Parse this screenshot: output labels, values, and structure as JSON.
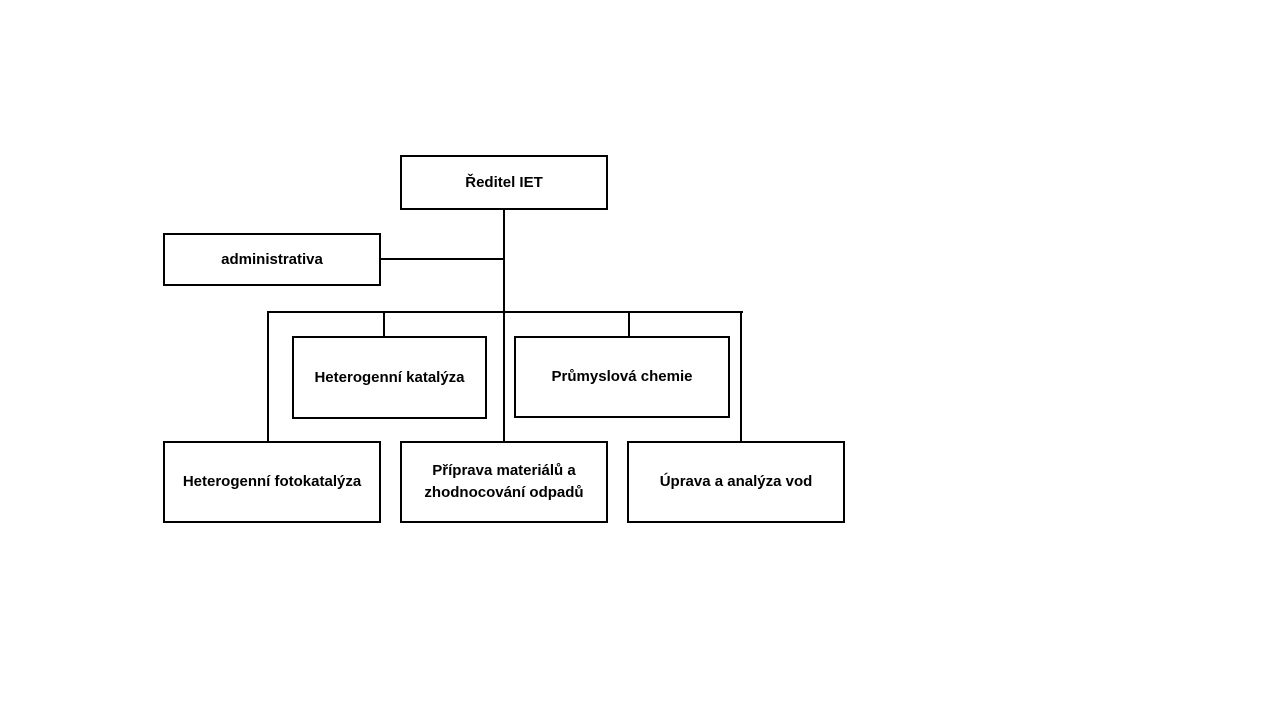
{
  "diagram": {
    "director": "Ředitel IET",
    "administration": "administrativa",
    "departments": {
      "heterogeneous_catalysis": "Heterogenní katalýza",
      "industrial_chemistry": "Průmyslová chemie",
      "heterogeneous_photocatalysis": "Heterogenní fotokatalýza",
      "materials_preparation": "Příprava materiálů a zhodnocování odpadů",
      "water_treatment": "Úprava a analýza vod"
    }
  }
}
